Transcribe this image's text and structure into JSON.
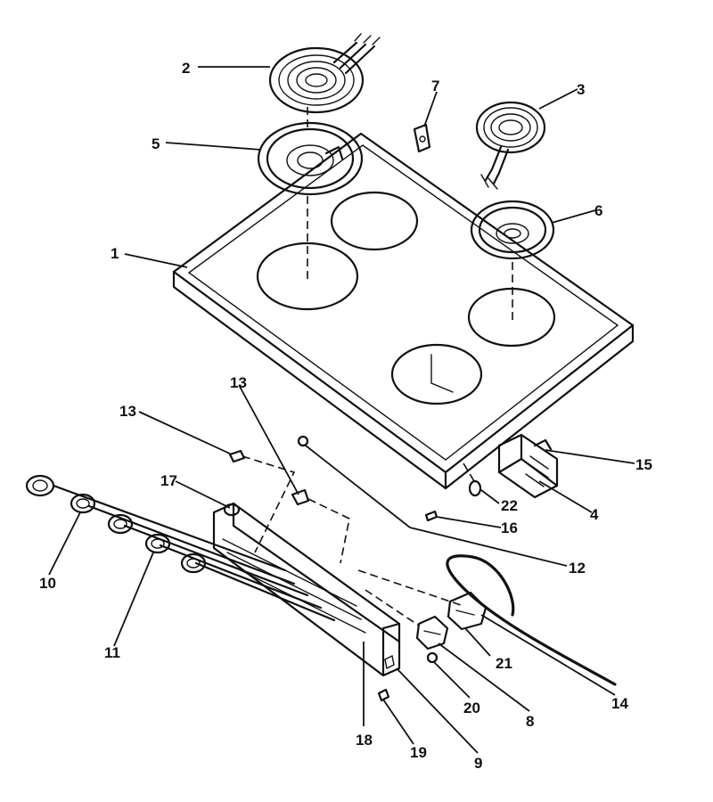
{
  "header_text": "",
  "callouts": [
    {
      "id": "label-1",
      "text": "1"
    },
    {
      "id": "label-2",
      "text": "2"
    },
    {
      "id": "label-3",
      "text": "3"
    },
    {
      "id": "label-4",
      "text": "4"
    },
    {
      "id": "label-5",
      "text": "5"
    },
    {
      "id": "label-6",
      "text": "6"
    },
    {
      "id": "label-7",
      "text": "7"
    },
    {
      "id": "label-8",
      "text": "8"
    },
    {
      "id": "label-9",
      "text": "9"
    },
    {
      "id": "label-10",
      "text": "10"
    },
    {
      "id": "label-11",
      "text": "11"
    },
    {
      "id": "label-12",
      "text": "12"
    },
    {
      "id": "label-13a",
      "text": "13"
    },
    {
      "id": "label-13b",
      "text": "13"
    },
    {
      "id": "label-14",
      "text": "14"
    },
    {
      "id": "label-15",
      "text": "15"
    },
    {
      "id": "label-16",
      "text": "16"
    },
    {
      "id": "label-17",
      "text": "17"
    },
    {
      "id": "label-18",
      "text": "18"
    },
    {
      "id": "label-19",
      "text": "19"
    },
    {
      "id": "label-20",
      "text": "20"
    },
    {
      "id": "label-21",
      "text": "21"
    },
    {
      "id": "label-22",
      "text": "22"
    }
  ]
}
